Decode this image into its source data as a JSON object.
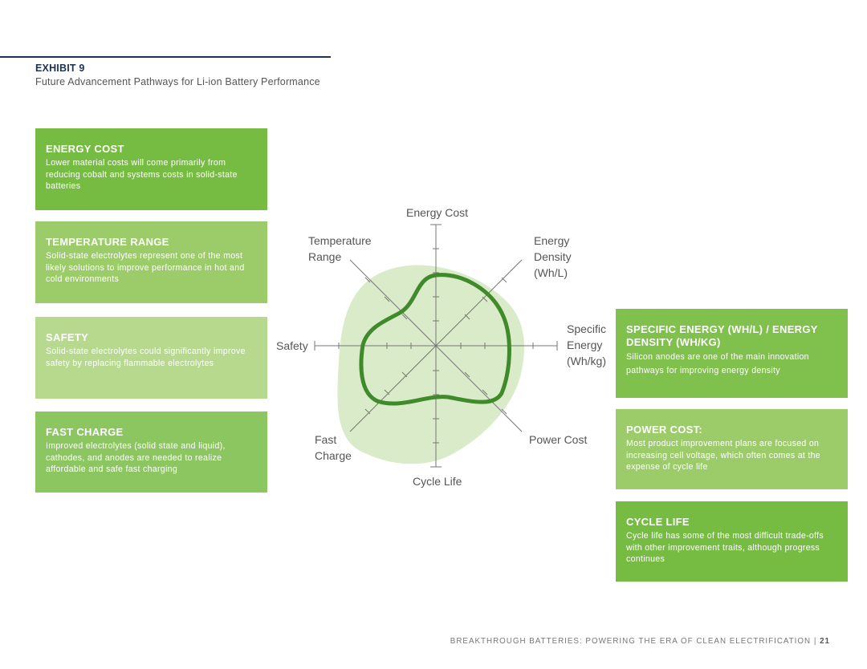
{
  "header": {
    "exhibit": "EXHIBIT 9",
    "subtitle": "Future Advancement Pathways for Li-ion Battery Performance"
  },
  "cards": [
    {
      "title": "ENERGY COST",
      "text": "Lower material costs will come primarily from reducing cobalt and systems costs in solid-state batteries",
      "color": "#76bc42"
    },
    {
      "title": "TEMPERATURE RANGE",
      "text": "Solid-state electrolytes represent one of the most likely solutions to improve performance in hot and cold environments",
      "color": "#9ccc6a"
    },
    {
      "title": "SAFETY",
      "text": "Solid-state electrolytes could significantly improve safety by replacing flammable electrolytes",
      "color": "#b6d98e"
    },
    {
      "title": "FAST CHARGE",
      "text": "Improved electrolytes (solid state and liquid), cathodes, and anodes are needed to realize affordable and safe fast charging",
      "color": "#8cc660"
    },
    {
      "title": "SPECIFIC ENERGY (WH/L) / ENERGY DENSITY (WH/KG)",
      "text": "Silicon anodes are one of the main innovation pathways for improving energy density",
      "color": "#80c04c"
    },
    {
      "title": "POWER COST:",
      "text": "Most product  improvement plans are focused on increasing cell voltage, which often comes at the expense of cycle life",
      "color": "#9ccc6a"
    },
    {
      "title": "CYCLE LIFE",
      "text": "Cycle life has  some of the most difficult  trade-offs with other improvement traits, although progress continues",
      "color": "#76bc42"
    }
  ],
  "radar": {
    "axis_labels": {
      "energy_cost": "Energy Cost",
      "energy_density": [
        "Energy",
        "Density",
        "(Wh/L)"
      ],
      "specific_energy": [
        "Specific",
        "Energy",
        "(Wh/kg)"
      ],
      "power_cost": "Power Cost",
      "cycle_life": "Cycle Life",
      "fast_charge": [
        "Fast",
        "Charge"
      ],
      "safety": "Safety",
      "temperature_range": [
        "Temperature",
        "Range"
      ]
    },
    "colors": {
      "future_fill": "#d9ebc8",
      "current_line": "#3f8a2a",
      "axis": "#777777"
    }
  },
  "footer": {
    "text": "BREAKTHROUGH BATTERIES: POWERING THE ERA OF CLEAN ELECTRIFICATION | ",
    "page": "21"
  }
}
